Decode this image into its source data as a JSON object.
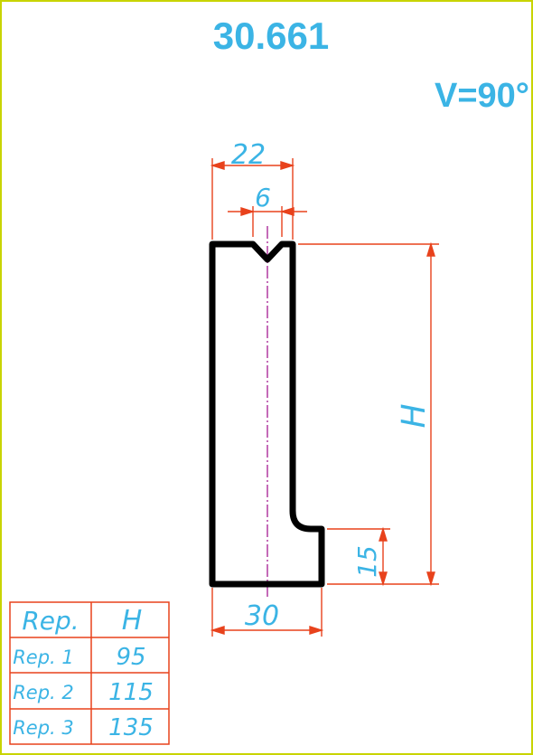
{
  "drawing": {
    "part_number": "30.661",
    "angle_label": "V=90°",
    "colors": {
      "frame": "#c8d400",
      "profile": "#000000",
      "dimension_lines": "#e8421c",
      "text": "#3bb4e5",
      "centerline": "#b03aa0"
    }
  },
  "dimensions": {
    "top_width": "22",
    "v_opening": "6",
    "height": "H",
    "foot_height": "15",
    "base_width": "30"
  },
  "table": {
    "headers": [
      "Rep.",
      "H"
    ],
    "rows": [
      {
        "rep": "Rep. 1",
        "h": "95"
      },
      {
        "rep": "Rep. 2",
        "h": "115"
      },
      {
        "rep": "Rep. 3",
        "h": "135"
      }
    ]
  }
}
